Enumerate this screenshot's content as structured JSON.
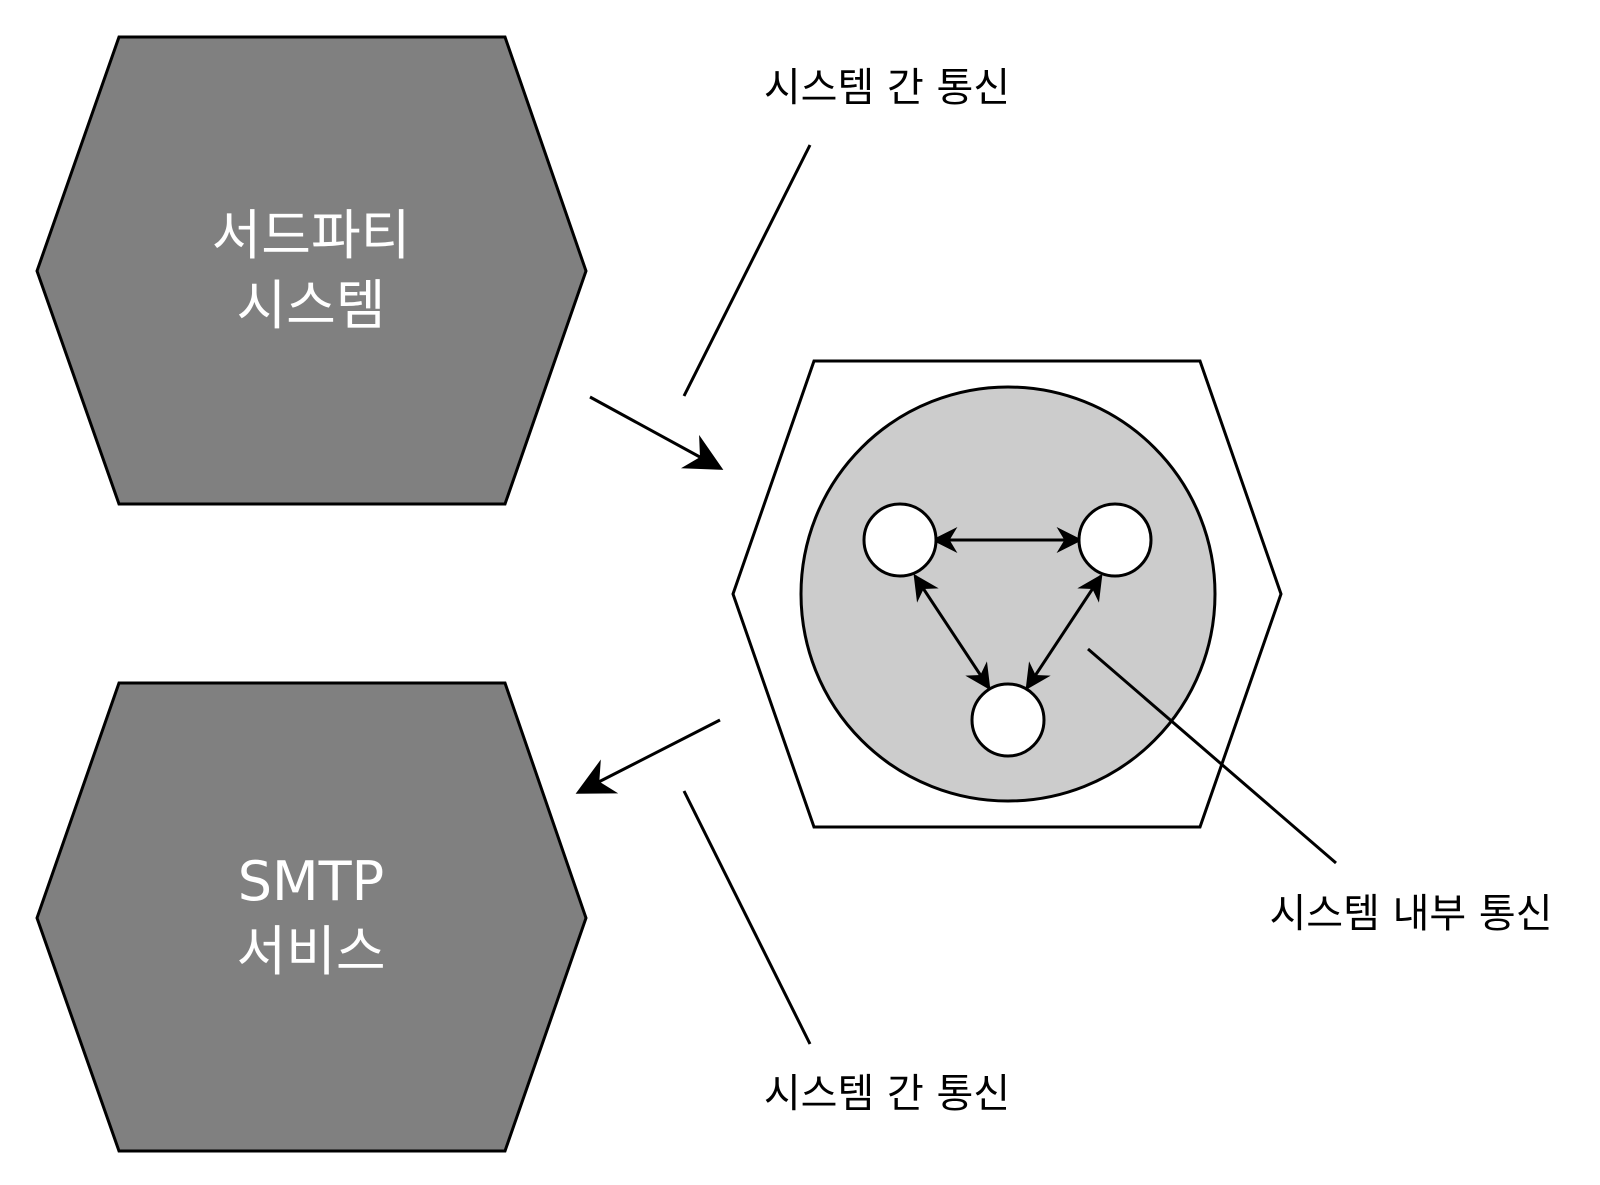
{
  "colors": {
    "external_system_fill": "#808080",
    "internal_system_fill": "#cccccc",
    "node_fill": "#ffffff",
    "line": "#000000",
    "external_text": "#ffffff"
  },
  "third_party_system": {
    "line1": "서드파티",
    "line2": "시스템"
  },
  "smtp_service": {
    "line1": "SMTP",
    "line2": "서비스"
  },
  "labels": {
    "inter_system_top": "시스템 간 통신",
    "inter_system_bottom": "시스템 간 통신",
    "intra_system": "시스템 내부 통신"
  }
}
